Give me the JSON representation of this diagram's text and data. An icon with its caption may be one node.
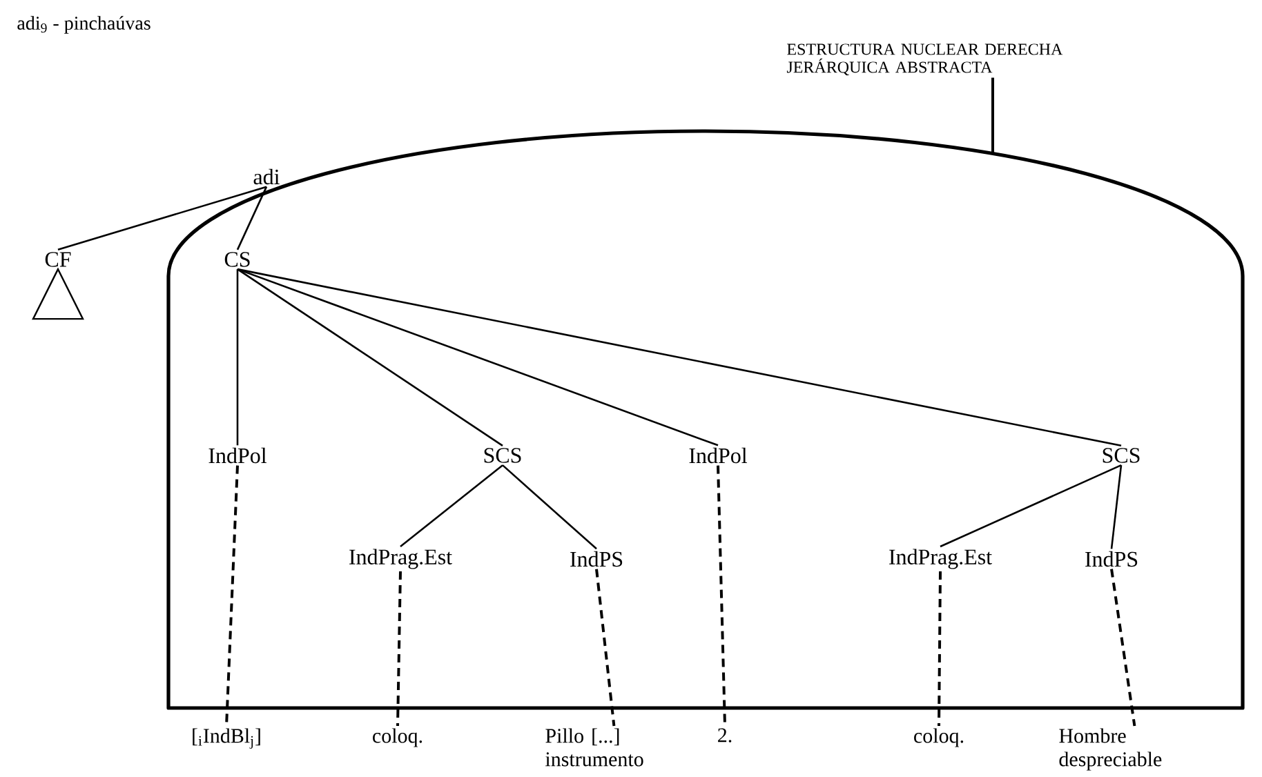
{
  "diagram": {
    "title": "adi$_{9}$ - pinchaúvas",
    "nodes": [
      {
        "text": [
          "ESTRUCTURA NUCLEAR DERECHA JERÁRQUICA ABSTRACTA"
        ]
      },
      {
        "text": [],
        "shape": "box"
      },
      {
        "text": [
          "adi"
        ]
      },
      {
        "text": [
          "CF"
        ]
      },
      {
        "text": [
          "CS"
        ],
        "in": 1
      },
      {
        "text": [
          "IndPol"
        ],
        "in": 1
      },
      {
        "text": [
          "SCS"
        ],
        "in": 1
      },
      {
        "text": [
          "IndPol"
        ],
        "in": 1
      },
      {
        "text": [
          "SCS"
        ],
        "in": 1
      },
      {
        "text": [
          "IndPrag.Est"
        ],
        "in": 1
      },
      {
        "text": [
          "IndPS"
        ],
        "in": 1
      },
      {
        "text": [
          "IndPrag.Est"
        ],
        "in": 1
      },
      {
        "text": [
          "IndPS"
        ],
        "in": 1
      },
      {
        "text": [
          "[$_{i}$IndBl$_{j}$]"
        ]
      },
      {
        "text": [
          "coloq."
        ]
      },
      {
        "text": [
          "Pillo [...] instrumento"
        ]
      },
      {
        "text": [
          "2."
        ]
      },
      {
        "text": [
          "coloq."
        ]
      },
      {
        "text": [
          "Hombre despreciable"
        ]
      }
    ],
    "edges": [
      {
        "from": 0,
        "to": 1,
        "arrow": "none"
      },
      {
        "from": 2,
        "to": 3,
        "arrow": "none"
      },
      {
        "from": 2,
        "to": 4,
        "arrow": "none"
      },
      {
        "from": 4,
        "to": 5,
        "arrow": "none"
      },
      {
        "from": 4,
        "to": 6,
        "arrow": "none"
      },
      {
        "from": 4,
        "to": 7,
        "arrow": "none"
      },
      {
        "from": 4,
        "to": 8,
        "arrow": "none"
      },
      {
        "from": 6,
        "to": 9,
        "arrow": "none"
      },
      {
        "from": 6,
        "to": 10,
        "arrow": "none"
      },
      {
        "from": 8,
        "to": 11,
        "arrow": "none"
      },
      {
        "from": 8,
        "to": 12,
        "arrow": "none"
      },
      {
        "from": 5,
        "to": 13,
        "arrow": "none",
        "style": "dashed"
      },
      {
        "from": 9,
        "to": 14,
        "arrow": "none",
        "style": "dashed"
      },
      {
        "from": 10,
        "to": 15,
        "arrow": "none",
        "style": "dashed"
      },
      {
        "from": 7,
        "to": 16,
        "arrow": "none",
        "style": "dashed"
      },
      {
        "from": 11,
        "to": 17,
        "arrow": "none",
        "style": "dashed"
      },
      {
        "from": 12,
        "to": 18,
        "arrow": "none",
        "style": "dashed"
      }
    ]
  }
}
